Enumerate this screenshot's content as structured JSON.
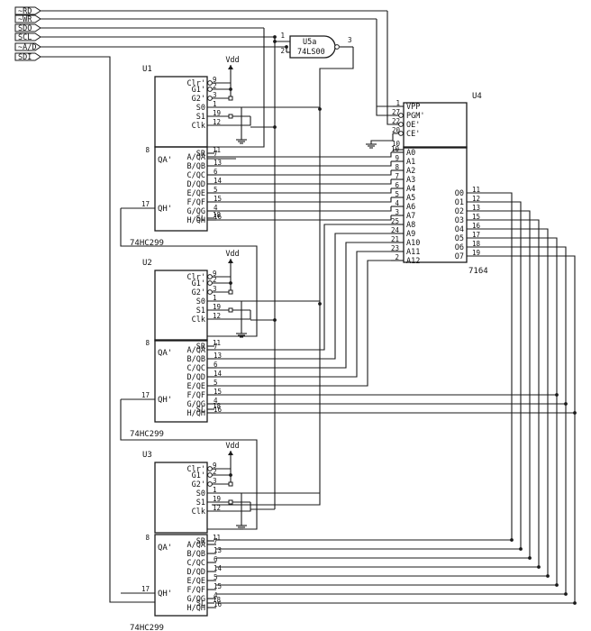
{
  "signals": [
    "~RD",
    "~WR",
    "SDO",
    "SCL",
    "~A/D",
    "SDI"
  ],
  "gate": {
    "name": "U5a",
    "part": "74LS00",
    "pins": [
      "1",
      "2",
      "3"
    ]
  },
  "eeprom": {
    "name": "U4",
    "part": "7164",
    "ctrl_pins": [
      "1",
      "27",
      "22",
      "20",
      "10"
    ],
    "ctrl_labels": [
      "VPP",
      "PGM'",
      "OE'",
      "CE'"
    ],
    "addr_pins": [
      "10",
      "9",
      "8",
      "7",
      "6",
      "5",
      "4",
      "3",
      "25",
      "24",
      "21",
      "23",
      "2"
    ],
    "addr_labels": [
      "A0",
      "A1",
      "A2",
      "A3",
      "A4",
      "A5",
      "A6",
      "A7",
      "A8",
      "A9",
      "A10",
      "A11",
      "A12"
    ],
    "data_pins": [
      "11",
      "12",
      "13",
      "15",
      "16",
      "17",
      "18",
      "19"
    ],
    "data_labels": [
      "O0",
      "O1",
      "O2",
      "O3",
      "O4",
      "O5",
      "O6",
      "O7"
    ]
  },
  "shift_regs": [
    {
      "name": "U1",
      "part": "74HC299",
      "vdd": "Vdd",
      "top_labels": [
        "Clr'",
        "G1'",
        "G2'",
        "S0",
        "S1",
        "Clk"
      ],
      "top_pins": [
        "9",
        "2",
        "3",
        "1",
        "19",
        "12"
      ],
      "sr": "SR",
      "sr_pin": "11",
      "qa_prime": "QA'",
      "qa_prime_pin": "8",
      "q_labels": [
        "A/QA",
        "B/QB",
        "C/QC",
        "D/QD",
        "E/QE",
        "F/QF",
        "G/QG",
        "H/QH"
      ],
      "q_pins": [
        "7",
        "13",
        "6",
        "14",
        "5",
        "15",
        "4",
        "16"
      ],
      "qh_prime": "QH'",
      "qh_prime_pin": "17",
      "sl": "SL",
      "sl_pin": "18"
    },
    {
      "name": "U2",
      "part": "74HC299",
      "vdd": "Vdd",
      "top_labels": [
        "Clr'",
        "G1'",
        "G2'",
        "S0",
        "S1",
        "Clk"
      ],
      "top_pins": [
        "9",
        "2",
        "3",
        "1",
        "19",
        "12"
      ],
      "sr": "SR",
      "sr_pin": "11",
      "qa_prime": "QA'",
      "qa_prime_pin": "8",
      "q_labels": [
        "A/QA",
        "B/QB",
        "C/QC",
        "D/QD",
        "E/QE",
        "F/QF",
        "G/QG",
        "H/QH"
      ],
      "q_pins": [
        "7",
        "13",
        "6",
        "14",
        "5",
        "15",
        "4",
        "16"
      ],
      "qh_prime": "QH'",
      "qh_prime_pin": "17",
      "sl": "SL",
      "sl_pin": "18"
    },
    {
      "name": "U3",
      "part": "74HC299",
      "vdd": "Vdd",
      "top_labels": [
        "Clr'",
        "G1'",
        "G2'",
        "S0",
        "S1",
        "Clk"
      ],
      "top_pins": [
        "9",
        "2",
        "3",
        "1",
        "19",
        "12"
      ],
      "sr": "SR",
      "sr_pin": "11",
      "qa_prime": "QA'",
      "qa_prime_pin": "8",
      "q_labels": [
        "A/QA",
        "B/QB",
        "C/QC",
        "D/QD",
        "E/QE",
        "F/QF",
        "G/QG",
        "H/QH"
      ],
      "q_pins": [
        "7",
        "13",
        "6",
        "14",
        "5",
        "15",
        "4",
        "16"
      ],
      "qh_prime": "QH'",
      "qh_prime_pin": "17",
      "sl": "SL",
      "sl_pin": "18"
    }
  ]
}
